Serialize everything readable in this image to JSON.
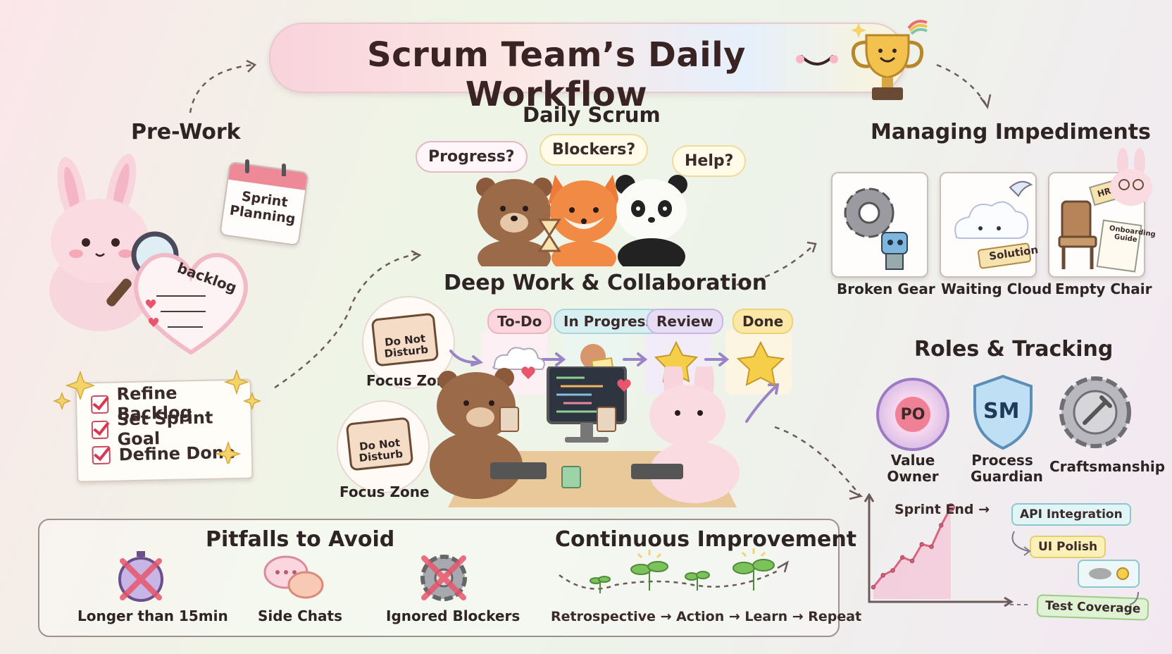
{
  "title": "Scrum Team’s Daily Workflow",
  "pre_work": {
    "heading": "Pre-Work",
    "calendar_text": "Sprint Planning",
    "heart_text": "backlog",
    "checklist": [
      "Refine Backlog",
      "Set Sprint Goal",
      "Define Done"
    ]
  },
  "daily_scrum": {
    "heading": "Daily Scrum",
    "bubbles": [
      "Progress?",
      "Blockers?",
      "Help?"
    ]
  },
  "deep_work": {
    "heading": "Deep Work & Collaboration",
    "sign_text": "Do Not Disturb",
    "focus_labels": [
      "Focus Zone",
      "Focus Zone"
    ],
    "kanban": [
      "To-Do",
      "In Progress",
      "Review",
      "Done"
    ]
  },
  "impediments": {
    "heading": "Managing Impediments",
    "cards": [
      "Broken Gear",
      "Waiting Cloud",
      "Empty Chair"
    ],
    "solution_label": "Solution",
    "guide_label": "Onboarding Guide",
    "note_label": "HR"
  },
  "roles": {
    "heading": "Roles & Tracking",
    "badges": [
      {
        "abbr": "PO",
        "label": "Value Owner"
      },
      {
        "abbr": "SM",
        "label": "Process Guardian"
      },
      {
        "abbr": "",
        "label": "Craftsmanship"
      }
    ]
  },
  "tracking": {
    "sprint_end": "Sprint End →",
    "tasks": [
      "API Integration",
      "UI Polish",
      "Test Coverage"
    ]
  },
  "chart_data": {
    "type": "line",
    "title": "",
    "xlabel": "",
    "ylabel": "",
    "x": [
      1,
      2,
      3,
      4,
      5,
      6,
      7,
      8,
      9
    ],
    "values": [
      1,
      2,
      2.4,
      3.5,
      3.2,
      4.6,
      4.4,
      6.2,
      7.7
    ],
    "annotation": "Sprint End →"
  },
  "pitfalls": {
    "heading": "Pitfalls to Avoid",
    "items": [
      "Longer than 15min",
      "Side Chats",
      "Ignored Blockers"
    ]
  },
  "improvement": {
    "heading": "Continuous Improvement",
    "cycle": "Retrospective → Action → Learn → Repeat"
  }
}
